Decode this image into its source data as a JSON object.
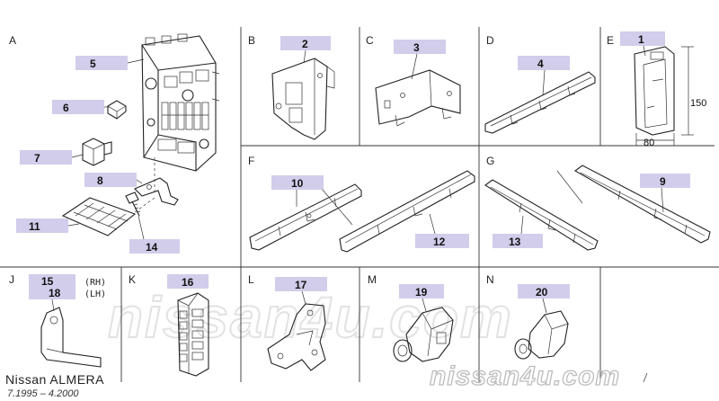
{
  "sections": [
    {
      "letter": "A"
    },
    {
      "letter": "B"
    },
    {
      "letter": "C"
    },
    {
      "letter": "D"
    },
    {
      "letter": "E"
    },
    {
      "letter": "F"
    },
    {
      "letter": "G"
    },
    {
      "letter": "J"
    },
    {
      "letter": "K"
    },
    {
      "letter": "L"
    },
    {
      "letter": "M"
    },
    {
      "letter": "N"
    }
  ],
  "callouts": [
    "5",
    "6",
    "7",
    "8",
    "11",
    "14",
    "2",
    "3",
    "4",
    "1",
    "10",
    "12",
    "9",
    "13",
    "15",
    "18",
    "16",
    "17",
    "19",
    "20"
  ],
  "notes": {
    "rh": "(RH)",
    "lh": "(LH)"
  },
  "dimensions": {
    "height": "150",
    "width": "80"
  },
  "footer": {
    "model": "Nissan ALMERA",
    "dates": "7.1995 – 4.2000"
  },
  "watermark": {
    "text": "nissan4u.com"
  },
  "colors": {
    "label_highlight": "#c9c4e6",
    "line": "#222222",
    "watermark": "#d0d0d0"
  }
}
